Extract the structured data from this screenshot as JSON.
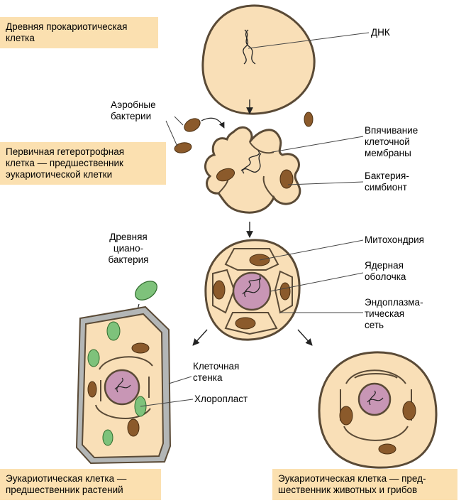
{
  "colors": {
    "cytoplasm": "#f9dfb7",
    "outline": "#5a4a36",
    "nucleus": "#c896b5",
    "mitochondria": "#8b5a2b",
    "chloroplast": "#7ec27b",
    "wall": "#b3b6b6",
    "label_box": "#fbe0b0"
  },
  "boxes": {
    "ancient_prokaryote": [
      "Древняя прокариотическая",
      "клетка"
    ],
    "primary_heterotroph": [
      "Первичная гетеротрофная",
      "клетка — предшественник",
      "эукариотической клетки"
    ],
    "plant_eukaryote": [
      "Эукариотическая клетка —",
      "предшественник растений"
    ],
    "animal_eukaryote": [
      "Эукариотическая клетка — пред-",
      "шественник животных и грибов"
    ]
  },
  "labels": {
    "dna": [
      "ДНК"
    ],
    "aerobic_bacteria": [
      "Аэробные",
      "бактерии"
    ],
    "membrane_invagination": [
      "Впячивание",
      "клеточной",
      "мембраны"
    ],
    "symbiont_bacterium": [
      "Бактерия-",
      "симбионт"
    ],
    "ancient_cyanobacterium": [
      "Древняя",
      "циано-",
      "бактерия"
    ],
    "mitochondrion": [
      "Митохондрия"
    ],
    "nuclear_envelope": [
      "Ядерная",
      "оболочка"
    ],
    "endoplasmic_reticulum": [
      "Эндоплазма-",
      "тическая",
      "сеть"
    ],
    "cell_wall": [
      "Клеточная",
      "стенка"
    ],
    "chloroplast": [
      "Хлоропласт"
    ]
  }
}
